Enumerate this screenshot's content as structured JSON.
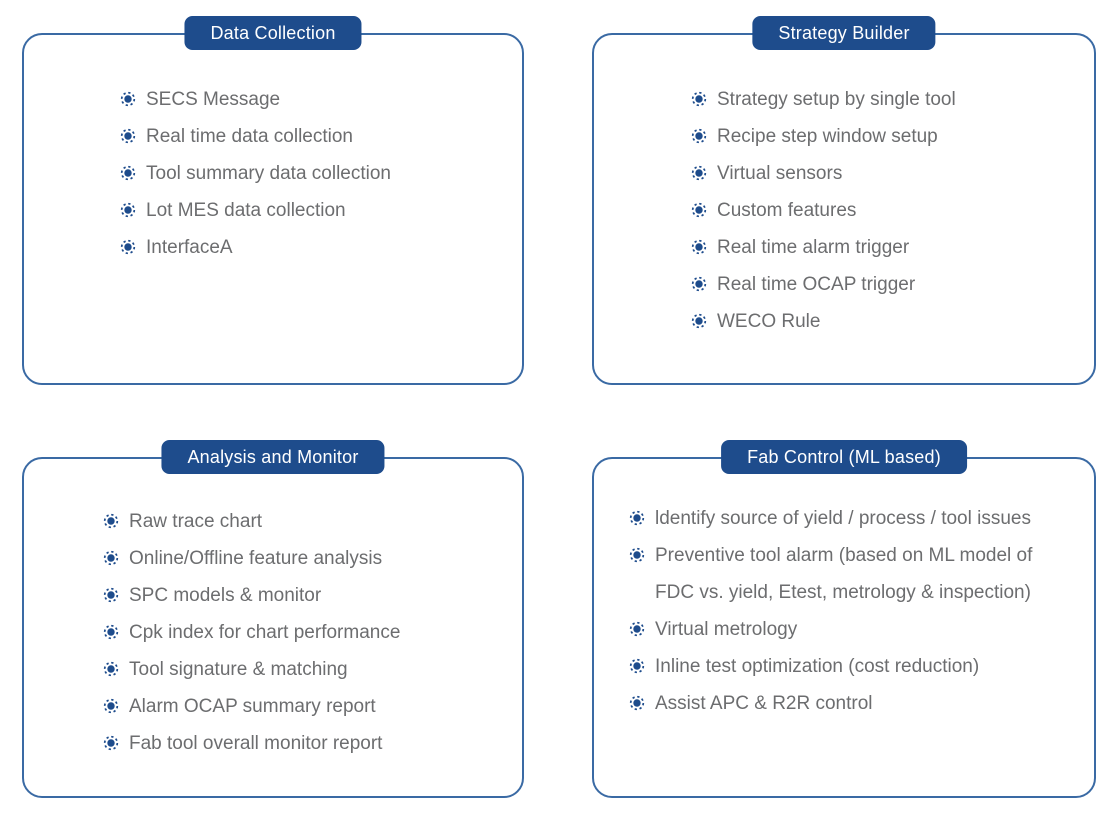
{
  "colors": {
    "header_navy": "#1e4c8c",
    "card_border": "#3a6aa4",
    "item_text": "#6c6d6f",
    "tab_text": "#ffffff"
  },
  "icon": {
    "name": "dotted-circle-bullet",
    "color": "#1e4c8c"
  },
  "cards": [
    {
      "title": "Data Collection",
      "items": [
        "SECS Message",
        "Real time data collection",
        "Tool summary data collection",
        "Lot MES data collection",
        "InterfaceA"
      ]
    },
    {
      "title": "Strategy Builder",
      "items": [
        "Strategy setup by single tool",
        "Recipe step window setup",
        "Virtual sensors",
        "Custom features",
        "Real time alarm trigger",
        "Real time OCAP trigger",
        "WECO Rule"
      ]
    },
    {
      "title": "Analysis and Monitor",
      "items": [
        "Raw trace chart",
        "Online/Offline feature analysis",
        "SPC models & monitor",
        "Cpk index for chart performance",
        "Tool signature & matching",
        "Alarm OCAP summary report",
        "Fab tool overall monitor report"
      ]
    },
    {
      "title": "Fab Control (ML based)",
      "items": [
        "ldentify source of yield / process / tool issues",
        "Preventive tool alarm (based on ML model of FDC vs. yield, Etest, metrology & inspection)",
        "Virtual metrology",
        "Inline test optimization (cost reduction)",
        "Assist APC & R2R control"
      ]
    }
  ]
}
